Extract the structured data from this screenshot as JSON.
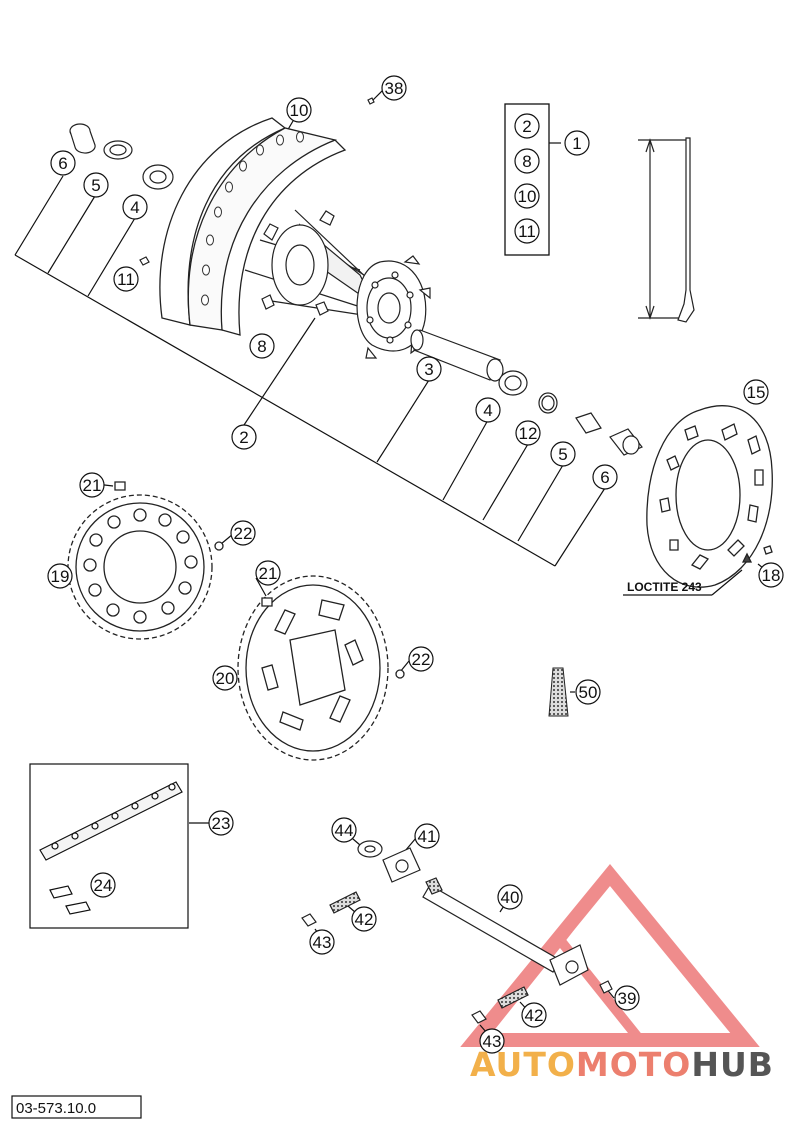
{
  "callouts": {
    "c38": "38",
    "c10": "10",
    "c1": "1",
    "c6a": "6",
    "c5a": "5",
    "c4a": "4",
    "c11": "11",
    "c8": "8",
    "c2": "2",
    "c3": "3",
    "c4b": "4",
    "c12": "12",
    "c5b": "5",
    "c6b": "6",
    "c15": "15",
    "c21a": "21",
    "c22a": "22",
    "c19": "19",
    "c21b": "21",
    "c20": "20",
    "c22b": "22",
    "c18": "18",
    "c50": "50",
    "c23": "23",
    "c24": "24",
    "c44": "44",
    "c41": "41",
    "c40": "40",
    "c42a": "42",
    "c43a": "43",
    "c39": "39",
    "c42b": "42",
    "c43b": "43"
  },
  "kit_box": {
    "items": [
      "2",
      "8",
      "10",
      "11"
    ]
  },
  "loctite_label": "LOCTITE 243",
  "diagram_code": "03-573.10.0",
  "watermark": {
    "part1": "AUTO",
    "part2": "MOTO",
    "part3": "HUB",
    "color1": "#f2b04a",
    "color2": "#ec7f6e",
    "color3": "#555555"
  }
}
